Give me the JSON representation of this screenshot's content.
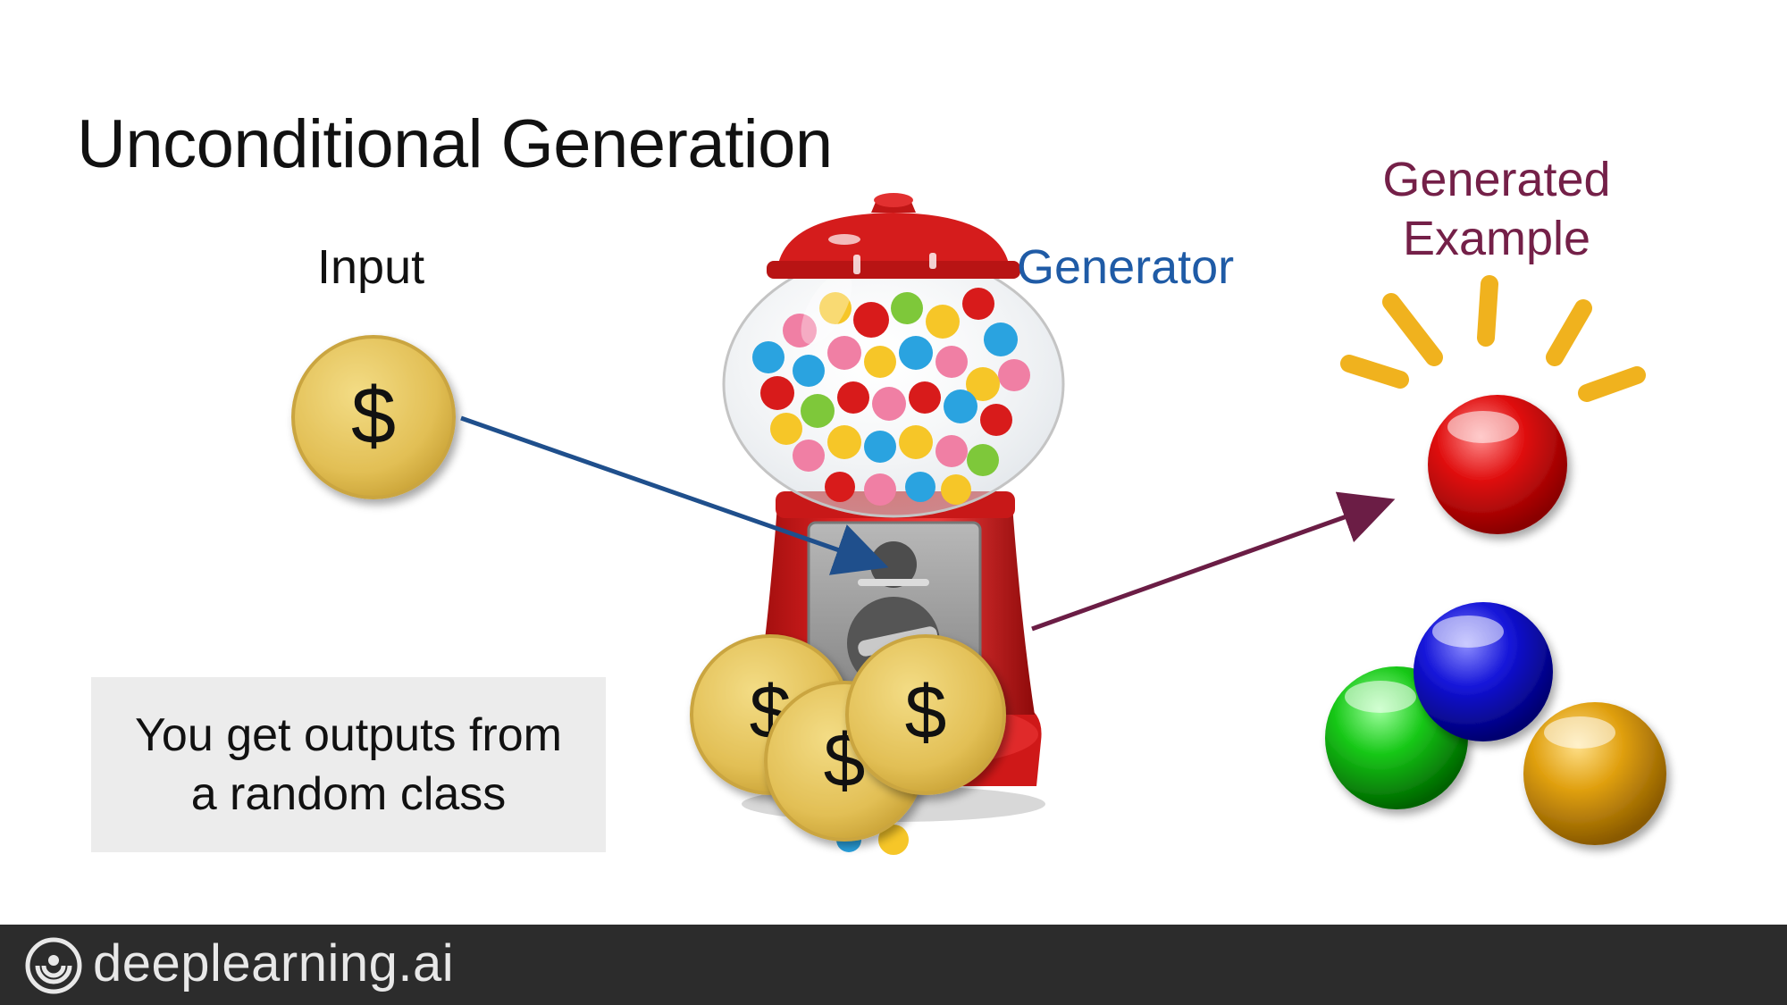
{
  "slide": {
    "title": "Unconditional Generation",
    "input_label": "Input",
    "generator_label": "Generator",
    "generated_example_line1": "Generated",
    "generated_example_line2": "Example",
    "note_line1": "You get outputs from",
    "note_line2": "a random class",
    "coin_symbol": "$"
  },
  "footer": {
    "brand": "deeplearning.ai",
    "logo_icon": "deeplearning-logo-icon"
  },
  "colors": {
    "input_arrow": "#1f4f8c",
    "output_arrow": "#6b1d45",
    "generator_text": "#1f5ba6",
    "example_text": "#742048",
    "coin": "#e3c25a",
    "sparks": "#f0b21e",
    "footer_bg": "#2c2c2c"
  }
}
